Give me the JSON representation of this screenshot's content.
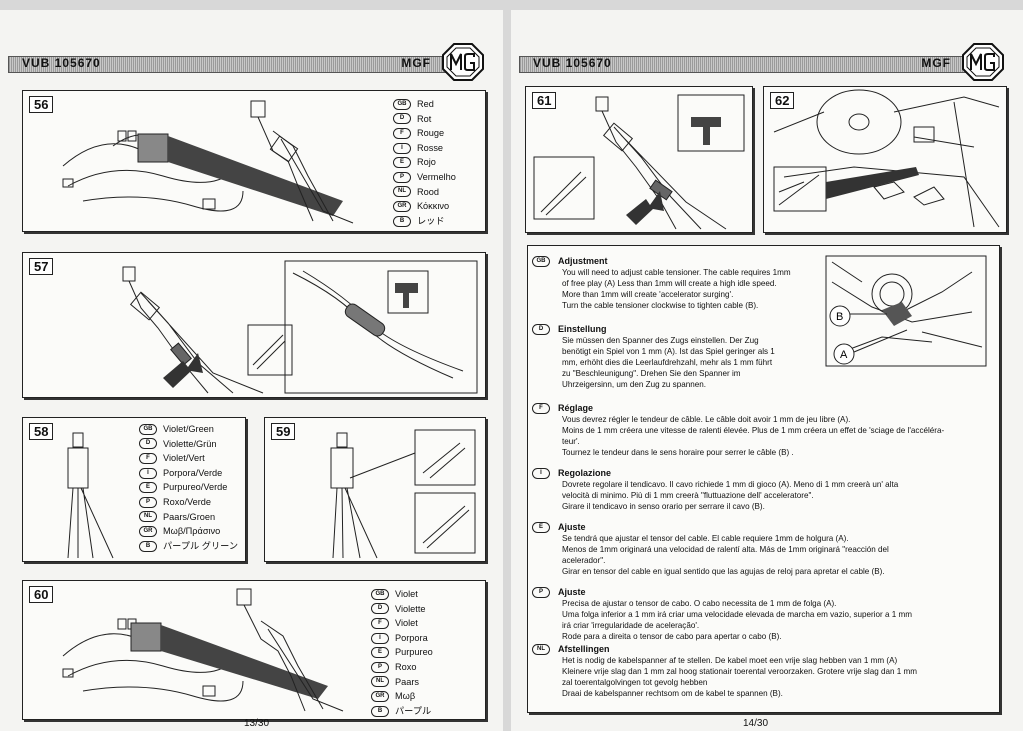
{
  "header": {
    "code": "VUB 105670",
    "brand": "MGF"
  },
  "left_page": {
    "page_number": "13/30",
    "fig56": {
      "number": "56",
      "legend": [
        {
          "lang": "GB",
          "text": "Red"
        },
        {
          "lang": "D",
          "text": "Rot"
        },
        {
          "lang": "F",
          "text": "Rouge"
        },
        {
          "lang": "I",
          "text": "Rosse"
        },
        {
          "lang": "E",
          "text": "Rojo"
        },
        {
          "lang": "P",
          "text": "Vermelho"
        },
        {
          "lang": "NL",
          "text": "Rood"
        },
        {
          "lang": "GR",
          "text": "Κόκκινο"
        },
        {
          "lang": "B",
          "text": "レッド"
        }
      ]
    },
    "fig57": {
      "number": "57"
    },
    "fig58": {
      "number": "58",
      "legend": [
        {
          "lang": "GB",
          "text": "Violet/Green"
        },
        {
          "lang": "D",
          "text": "Violette/Grün"
        },
        {
          "lang": "F",
          "text": "Violet/Vert"
        },
        {
          "lang": "I",
          "text": "Porpora/Verde"
        },
        {
          "lang": "E",
          "text": "Purpureo/Verde"
        },
        {
          "lang": "P",
          "text": "Roxo/Verde"
        },
        {
          "lang": "NL",
          "text": "Paars/Groen"
        },
        {
          "lang": "GR",
          "text": "Μωβ/Πράσινο"
        },
        {
          "lang": "B",
          "text": "パープル グリーン"
        }
      ]
    },
    "fig59": {
      "number": "59"
    },
    "fig60": {
      "number": "60",
      "legend": [
        {
          "lang": "GB",
          "text": "Violet"
        },
        {
          "lang": "D",
          "text": "Violette"
        },
        {
          "lang": "F",
          "text": "Violet"
        },
        {
          "lang": "I",
          "text": "Porpora"
        },
        {
          "lang": "E",
          "text": "Purpureo"
        },
        {
          "lang": "P",
          "text": "Roxo"
        },
        {
          "lang": "NL",
          "text": "Paars"
        },
        {
          "lang": "GR",
          "text": "Μωβ"
        },
        {
          "lang": "B",
          "text": "パープル"
        }
      ]
    }
  },
  "right_page": {
    "page_number": "14/30",
    "fig61": {
      "number": "61"
    },
    "fig62": {
      "number": "62"
    },
    "callouts": {
      "b": "B",
      "a": "A"
    },
    "sections": [
      {
        "lang": "GB",
        "title": "Adjustment",
        "lines": [
          "You will need to adjust cable tensioner. The cable requires 1mm",
          "of free play (A)  Less than 1mm will create a high idle speed.",
          "More than 1mm will create 'accelerator surging'.",
          "Turn the cable tensioner clockwise to tighten cable (B)."
        ]
      },
      {
        "lang": "D",
        "title": "Einstellung",
        "lines": [
          "Sie müssen den Spanner des Zugs einstellen. Der Zug",
          "benötigt ein Spiel von 1 mm (A). Ist das Spiel geringer als 1",
          "mm, erhöht dies die Leerlaufdrehzahl, mehr als 1 mm führt",
          "zu \"Beschleunigung\". Drehen Sie den Spanner im",
          "Uhrzeigersinn, um den Zug zu spannen."
        ]
      },
      {
        "lang": "F",
        "title": "Réglage",
        "lines": [
          "Vous devrez régler le tendeur de câble. Le câble doit avoir 1 mm de jeu libre (A).",
          "Moins de 1 mm créera une vitesse de ralenti élevée. Plus de 1 mm créera un effet de 'sciage de l'accéléra-",
          "teur'.",
          "Tournez le tendeur dans le sens horaire pour serrer le câble (B) ."
        ]
      },
      {
        "lang": "I",
        "title": "Regolazione",
        "lines": [
          "Dovrete regolare il tendicavo. Il cavo richiede 1 mm di gioco (A). Meno di 1 mm creerà un' alta",
          "velocità di minimo. Più di 1 mm creerà \"fluttuazione dell' acceleratore\".",
          "Girare il tendicavo in senso orario per serrare il cavo (B)."
        ]
      },
      {
        "lang": "E",
        "title": "Ajuste",
        "lines": [
          "Se tendrá que ajustar el tensor del cable. El cable requiere 1mm de holgura (A).",
          "Menos de 1mm originará una velocidad de ralentí alta.  Más de 1mm originará \"reacción del",
          "acelerador\".",
          "Girar en tensor del cable en igual sentido que las agujas de reloj para apretar el cable (B)."
        ]
      },
      {
        "lang": "P",
        "title": "Ajuste",
        "lines": [
          "Precisa de ajustar o tensor de cabo. O cabo necessita de 1 mm de folga (A).",
          "Uma folga inferior a 1 mm irá criar uma velocidade elevada de marcha em vazio, superior a 1 mm",
          "irá criar 'irregularidade de aceleração'.",
          "Rode para a direita o tensor de cabo para apertar o cabo (B)."
        ]
      },
      {
        "lang": "NL",
        "title": "Afstellingen",
        "lines": [
          "Het is nodig de kabelspanner af te stellen. De kabel moet een vrije slag hebben van 1 mm (A)",
          "Kleinere vrije slag dan 1 mm zal hoog stationair toerental veroorzaken. Grotere vrije slag dan 1 mm",
          "zal toerentalgolvingen tot gevolg hebben",
          "Draai de kabelspanner rechtsom om de kabel te spannen (B)."
        ]
      }
    ]
  }
}
